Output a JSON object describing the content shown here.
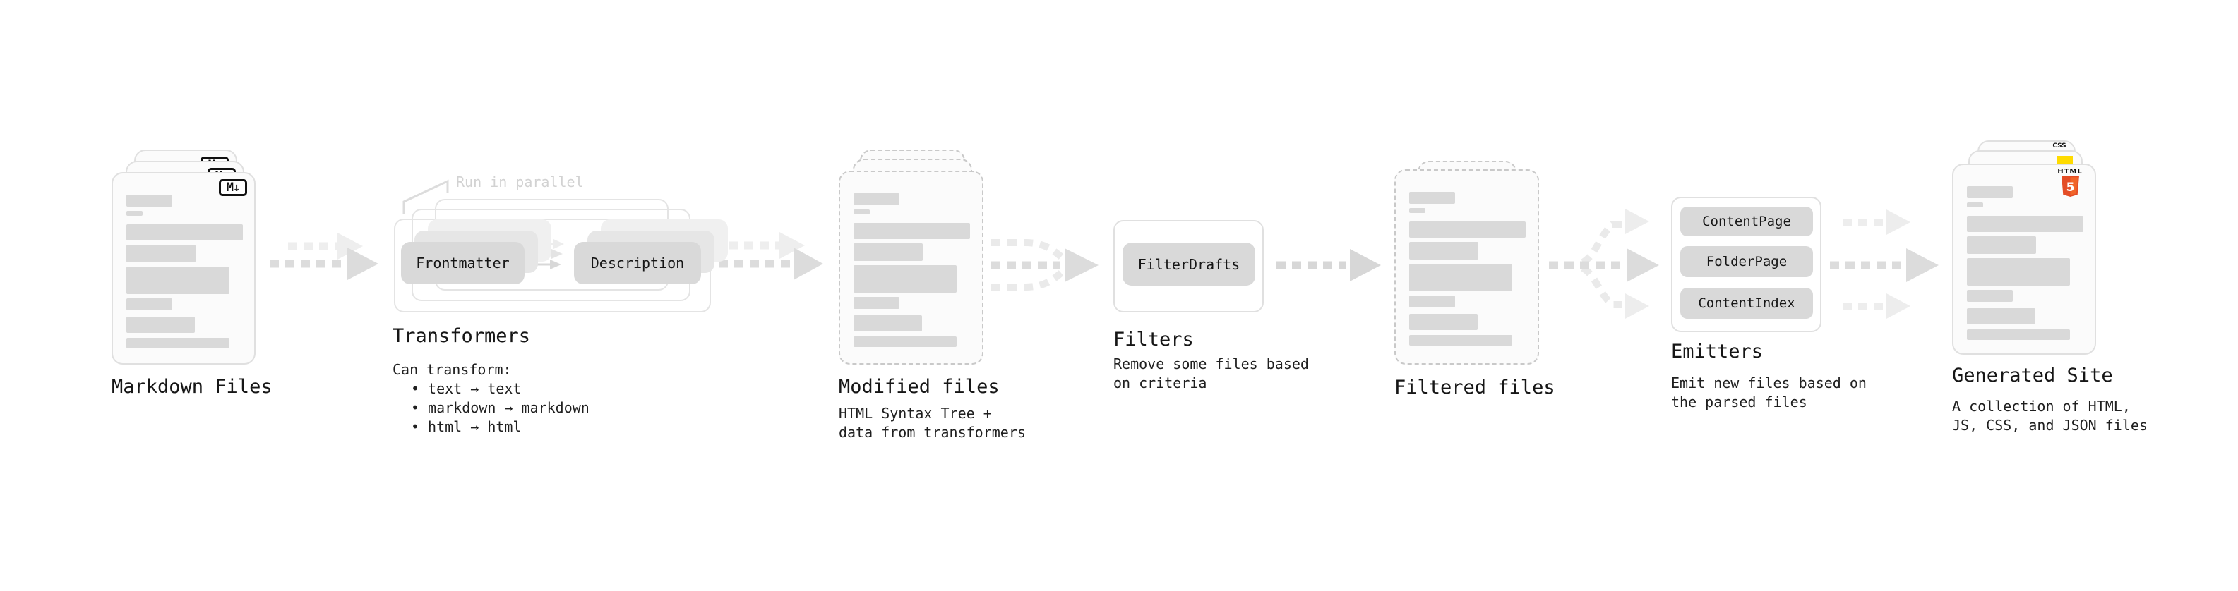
{
  "diagram": {
    "stages": {
      "markdown": {
        "title": "Markdown Files",
        "badge": "M↓"
      },
      "transformers": {
        "title": "Transformers",
        "note": "Run in parallel",
        "pills": [
          "Frontmatter",
          "Description"
        ],
        "desc_heading": "Can transform:",
        "bullet_char": "•",
        "bullets": [
          "text → text",
          "markdown → markdown",
          "html → html"
        ]
      },
      "modified": {
        "title": "Modified files",
        "desc_line1": "HTML Syntax Tree +",
        "desc_line2": "data from transformers"
      },
      "filters": {
        "title": "Filters",
        "pills": [
          "FilterDrafts"
        ],
        "desc_line1": "Remove some files based",
        "desc_line2": "on criteria"
      },
      "filtered": {
        "title": "Filtered files"
      },
      "emitters": {
        "title": "Emitters",
        "pills": [
          "ContentPage",
          "FolderPage",
          "ContentIndex"
        ],
        "desc_line1": "Emit new files based on",
        "desc_line2": "the parsed files"
      },
      "generated": {
        "title": "Generated Site",
        "desc_line1": "A collection of HTML,",
        "desc_line2": "JS, CSS, and JSON files",
        "badges": {
          "css": "CSS",
          "html": "HTML",
          "html_number": "5"
        }
      }
    },
    "colors": {
      "css_blue": "#2f6bff",
      "js_yellow": "#ffdb00",
      "html5_orange_dark": "#e44d26",
      "html5_orange_light": "#f16529"
    }
  }
}
